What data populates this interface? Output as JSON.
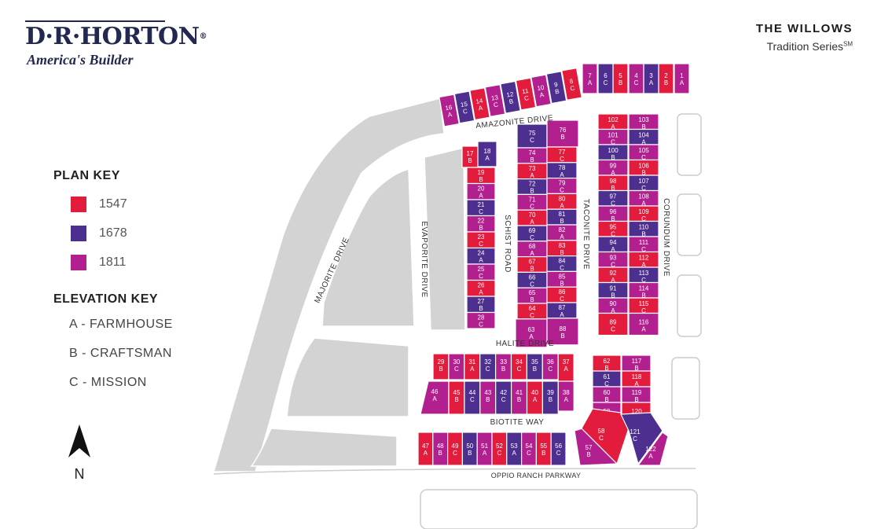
{
  "brand": {
    "name": "D·R·HORTON",
    "tagline": "America's Builder",
    "registered": "®"
  },
  "community": {
    "name": "THE WILLOWS",
    "series": "Tradition Series",
    "series_mark": "SM"
  },
  "legend": {
    "plan_title": "PLAN KEY",
    "plans": [
      {
        "label": "1547",
        "color": "#e31b3c"
      },
      {
        "label": "1678",
        "color": "#4d2f8f"
      },
      {
        "label": "1811",
        "color": "#b2208f"
      }
    ],
    "elevation_title": "ELEVATION KEY",
    "elevations": [
      "A - FARMHOUSE",
      "B - CRAFTSMAN",
      "C - MISSION"
    ]
  },
  "compass": {
    "label": "N"
  },
  "streets": {
    "amazonite": "AMAZONITE DRIVE",
    "majorite": "MAJORITE DRIVE",
    "evaporite": "EVAPORITE DRIVE",
    "schist": "SCHIST ROAD",
    "taconite": "TACONITE DRIVE",
    "corundum": "CORUNDUM DRIVE",
    "halite": "HALITE DRIVE",
    "biotite": "BIOTITE WAY",
    "oppio": "OPPIO RANCH PARKWAY"
  },
  "lots": {
    "top_row": [
      {
        "n": "1",
        "e": "A",
        "p": "1811"
      },
      {
        "n": "2",
        "e": "B",
        "p": "1547"
      },
      {
        "n": "3",
        "e": "A",
        "p": "1678"
      },
      {
        "n": "4",
        "e": "C",
        "p": "1811"
      },
      {
        "n": "5",
        "e": "B",
        "p": "1547"
      },
      {
        "n": "6",
        "e": "C",
        "p": "1678"
      },
      {
        "n": "7",
        "e": "A",
        "p": "1811"
      },
      {
        "n": "8",
        "e": "C",
        "p": "1547"
      },
      {
        "n": "9",
        "e": "B",
        "p": "1678"
      },
      {
        "n": "10",
        "e": "A",
        "p": "1811"
      },
      {
        "n": "11",
        "e": "C",
        "p": "1547"
      },
      {
        "n": "12",
        "e": "B",
        "p": "1678"
      },
      {
        "n": "13",
        "e": "C",
        "p": "1811"
      },
      {
        "n": "14",
        "e": "A",
        "p": "1547"
      },
      {
        "n": "15",
        "e": "C",
        "p": "1678"
      },
      {
        "n": "16",
        "e": "A",
        "p": "1811"
      }
    ],
    "schist_west": [
      {
        "n": "17",
        "e": "B",
        "p": "1547"
      },
      {
        "n": "19",
        "e": "B",
        "p": "1547"
      },
      {
        "n": "20",
        "e": "A",
        "p": "1811"
      },
      {
        "n": "21",
        "e": "C",
        "p": "1678"
      },
      {
        "n": "22",
        "e": "B",
        "p": "1811"
      },
      {
        "n": "23",
        "e": "C",
        "p": "1547"
      },
      {
        "n": "24",
        "e": "A",
        "p": "1678"
      },
      {
        "n": "25",
        "e": "C",
        "p": "1811"
      },
      {
        "n": "26",
        "e": "A",
        "p": "1547"
      },
      {
        "n": "27",
        "e": "B",
        "p": "1678"
      },
      {
        "n": "28",
        "e": "C",
        "p": "1811"
      }
    ],
    "lot_18": {
      "n": "18",
      "e": "A",
      "p": "1678"
    },
    "schist_east": [
      {
        "n": "74",
        "e": "B",
        "p": "1811"
      },
      {
        "n": "73",
        "e": "A",
        "p": "1547"
      },
      {
        "n": "72",
        "e": "B",
        "p": "1678"
      },
      {
        "n": "71",
        "e": "C",
        "p": "1811"
      },
      {
        "n": "70",
        "e": "A",
        "p": "1547"
      },
      {
        "n": "69",
        "e": "C",
        "p": "1678"
      },
      {
        "n": "68",
        "e": "A",
        "p": "1811"
      },
      {
        "n": "67",
        "e": "B",
        "p": "1547"
      },
      {
        "n": "66",
        "e": "C",
        "p": "1678"
      },
      {
        "n": "65",
        "e": "B",
        "p": "1811"
      },
      {
        "n": "64",
        "e": "C",
        "p": "1547"
      },
      {
        "n": "63",
        "e": "A",
        "p": "1811"
      }
    ],
    "lot_75": {
      "n": "75",
      "e": "C",
      "p": "1678"
    },
    "taconite_west": [
      {
        "n": "77",
        "e": "C",
        "p": "1547"
      },
      {
        "n": "78",
        "e": "A",
        "p": "1678"
      },
      {
        "n": "79",
        "e": "C",
        "p": "1811"
      },
      {
        "n": "80",
        "e": "A",
        "p": "1547"
      },
      {
        "n": "81",
        "e": "B",
        "p": "1678"
      },
      {
        "n": "82",
        "e": "A",
        "p": "1811"
      },
      {
        "n": "83",
        "e": "B",
        "p": "1547"
      },
      {
        "n": "84",
        "e": "C",
        "p": "1678"
      },
      {
        "n": "85",
        "e": "B",
        "p": "1811"
      },
      {
        "n": "86",
        "e": "C",
        "p": "1547"
      },
      {
        "n": "87",
        "e": "A",
        "p": "1678"
      },
      {
        "n": "88",
        "e": "B",
        "p": "1811"
      }
    ],
    "lot_76": {
      "n": "76",
      "e": "B",
      "p": "1811"
    },
    "taconite_east": [
      {
        "n": "102",
        "e": "A",
        "p": "1547"
      },
      {
        "n": "101",
        "e": "C",
        "p": "1811"
      },
      {
        "n": "100",
        "e": "B",
        "p": "1678"
      },
      {
        "n": "99",
        "e": "A",
        "p": "1811"
      },
      {
        "n": "98",
        "e": "B",
        "p": "1547"
      },
      {
        "n": "97",
        "e": "C",
        "p": "1678"
      },
      {
        "n": "96",
        "e": "B",
        "p": "1811"
      },
      {
        "n": "95",
        "e": "C",
        "p": "1547"
      },
      {
        "n": "94",
        "e": "A",
        "p": "1678"
      },
      {
        "n": "93",
        "e": "C",
        "p": "1811"
      },
      {
        "n": "92",
        "e": "A",
        "p": "1547"
      },
      {
        "n": "91",
        "e": "B",
        "p": "1678"
      },
      {
        "n": "90",
        "e": "A",
        "p": "1811"
      },
      {
        "n": "89",
        "e": "C",
        "p": "1547"
      }
    ],
    "corundum_west": [
      {
        "n": "103",
        "e": "B",
        "p": "1811"
      },
      {
        "n": "104",
        "e": "A",
        "p": "1678"
      },
      {
        "n": "105",
        "e": "C",
        "p": "1811"
      },
      {
        "n": "106",
        "e": "B",
        "p": "1547"
      },
      {
        "n": "107",
        "e": "C",
        "p": "1678"
      },
      {
        "n": "108",
        "e": "A",
        "p": "1811"
      },
      {
        "n": "109",
        "e": "C",
        "p": "1547"
      },
      {
        "n": "110",
        "e": "B",
        "p": "1678"
      },
      {
        "n": "111",
        "e": "C",
        "p": "1811"
      },
      {
        "n": "112",
        "e": "A",
        "p": "1547"
      },
      {
        "n": "113",
        "e": "C",
        "p": "1678"
      },
      {
        "n": "114",
        "e": "B",
        "p": "1811"
      },
      {
        "n": "115",
        "e": "C",
        "p": "1547"
      },
      {
        "n": "116",
        "e": "A",
        "p": "1811"
      }
    ],
    "halite_south": [
      {
        "n": "29",
        "e": "B",
        "p": "1547"
      },
      {
        "n": "30",
        "e": "C",
        "p": "1811"
      },
      {
        "n": "31",
        "e": "A",
        "p": "1547"
      },
      {
        "n": "32",
        "e": "C",
        "p": "1678"
      },
      {
        "n": "33",
        "e": "B",
        "p": "1811"
      },
      {
        "n": "34",
        "e": "C",
        "p": "1547"
      },
      {
        "n": "35",
        "e": "B",
        "p": "1678"
      },
      {
        "n": "36",
        "e": "C",
        "p": "1811"
      },
      {
        "n": "37",
        "e": "A",
        "p": "1547"
      }
    ],
    "biotite_north": [
      {
        "n": "46",
        "e": "A",
        "p": "1811"
      },
      {
        "n": "45",
        "e": "B",
        "p": "1547"
      },
      {
        "n": "44",
        "e": "C",
        "p": "1678"
      },
      {
        "n": "43",
        "e": "B",
        "p": "1811"
      },
      {
        "n": "42",
        "e": "C",
        "p": "1678"
      },
      {
        "n": "41",
        "e": "B",
        "p": "1811"
      },
      {
        "n": "40",
        "e": "A",
        "p": "1547"
      },
      {
        "n": "39",
        "e": "B",
        "p": "1678"
      },
      {
        "n": "38",
        "e": "A",
        "p": "1811"
      }
    ],
    "oppio_north": [
      {
        "n": "47",
        "e": "A",
        "p": "1547"
      },
      {
        "n": "48",
        "e": "B",
        "p": "1811"
      },
      {
        "n": "49",
        "e": "C",
        "p": "1547"
      },
      {
        "n": "50",
        "e": "B",
        "p": "1678"
      },
      {
        "n": "51",
        "e": "A",
        "p": "1811"
      },
      {
        "n": "52",
        "e": "C",
        "p": "1547"
      },
      {
        "n": "53",
        "e": "A",
        "p": "1678"
      },
      {
        "n": "54",
        "e": "C",
        "p": "1811"
      },
      {
        "n": "55",
        "e": "B",
        "p": "1547"
      },
      {
        "n": "56",
        "e": "C",
        "p": "1678"
      }
    ],
    "east_west_col": [
      {
        "n": "62",
        "e": "B",
        "p": "1547"
      },
      {
        "n": "61",
        "e": "C",
        "p": "1678"
      },
      {
        "n": "60",
        "e": "B",
        "p": "1811"
      },
      {
        "n": "59",
        "e": "A",
        "p": "1811"
      }
    ],
    "east_east_col": [
      {
        "n": "117",
        "e": "B",
        "p": "1811"
      },
      {
        "n": "118",
        "e": "A",
        "p": "1547"
      },
      {
        "n": "119",
        "e": "B",
        "p": "1811"
      },
      {
        "n": "120",
        "e": "A",
        "p": "1547"
      }
    ],
    "corner": [
      {
        "n": "57",
        "e": "B",
        "p": "1811"
      },
      {
        "n": "58",
        "e": "C",
        "p": "1547"
      },
      {
        "n": "121",
        "e": "C",
        "p": "1678"
      },
      {
        "n": "122",
        "e": "A",
        "p": "1811"
      }
    ]
  }
}
